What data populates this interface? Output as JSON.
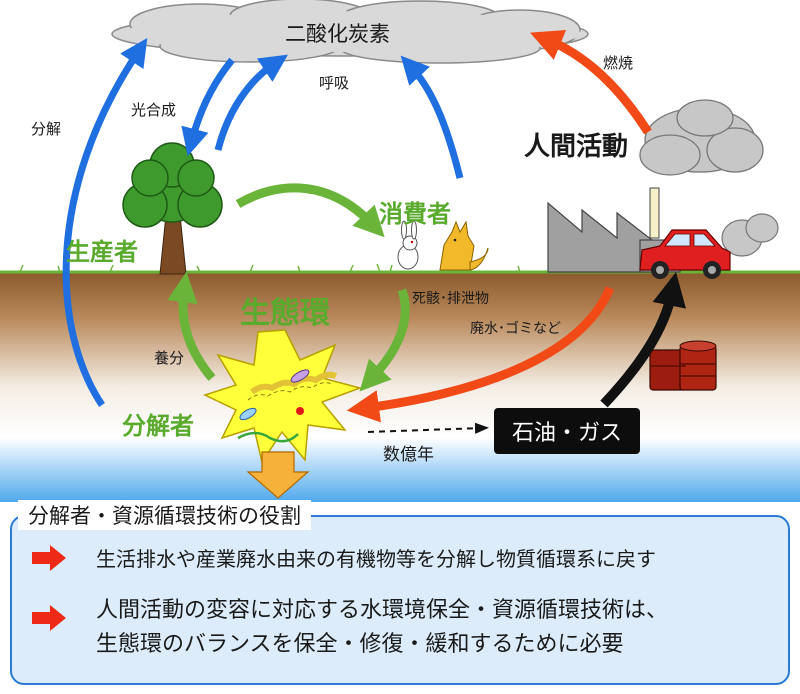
{
  "diagram": {
    "center_label": "生態環",
    "nodes": {
      "atmosphere": "二酸化炭素",
      "human_activity": "人間活動",
      "producer": "生産者",
      "consumer": "消費者",
      "decomposer": "分解者",
      "fossil_fuel": "石油・ガス"
    },
    "flows": {
      "decomposition": "分解",
      "photosynthesis": "光合成",
      "respiration": "呼吸",
      "combustion": "燃焼",
      "nutrients": "養分",
      "remains_excretion": "死骸･排泄物",
      "wastewater": "廃水･ゴミなど",
      "geologic_time": "数億年"
    }
  },
  "panel": {
    "title": "分解者・資源循環技術の役割",
    "items": [
      "生活排水や産業廃水由来の有機物等を分解し物質循環系に戻す",
      "人間活動の変容に対応する水環境保全・資源循環技術は、\n生態環のバランスを保全・修復・緩和するために必要"
    ]
  },
  "colors": {
    "blue_arrow": "#1f6fe0",
    "green_arrow": "#6ab43a",
    "red_arrow": "#f24a17",
    "accent_green": "#5aaa2e",
    "panel_border": "#2d79d6"
  }
}
